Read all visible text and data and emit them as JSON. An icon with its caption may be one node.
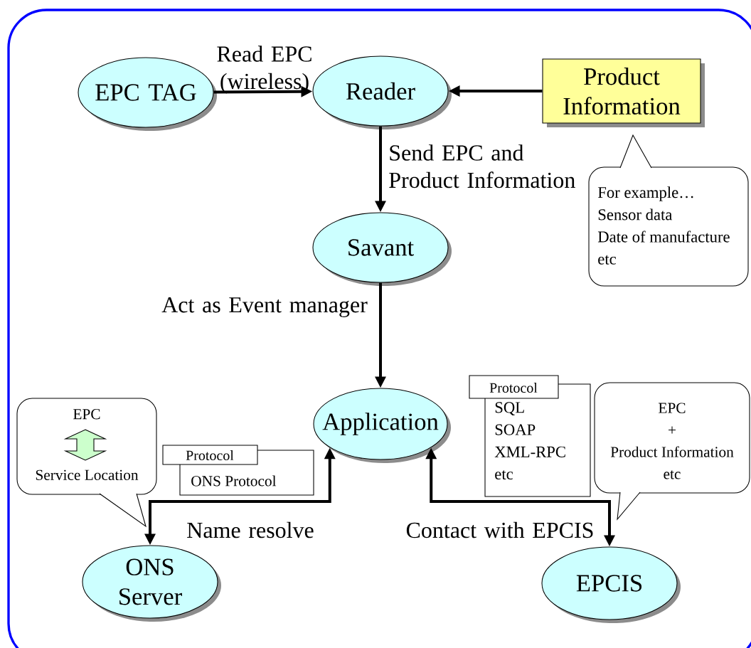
{
  "diagram": {
    "nodes": [
      {
        "text": [
          "EPC TAG"
        ]
      },
      {
        "text": [
          "Reader"
        ]
      },
      {
        "text": [
          "Product Information"
        ]
      },
      {
        "text": [
          "Savant"
        ]
      },
      {
        "text": [
          "Application"
        ]
      },
      {
        "text": [
          "ONS Server"
        ]
      },
      {
        "text": [
          "EPCIS"
        ]
      },
      {
        "text": [
          "For example…",
          "Sensor data",
          "Date of manufacture",
          "etc"
        ]
      },
      {
        "text": [
          "EPC",
          "Service Location"
        ]
      },
      {
        "text": [
          "Protocol",
          "ONS Protocol"
        ]
      },
      {
        "text": [
          "Protocol",
          "SQL",
          "SOAP",
          "XML-RPC",
          "etc"
        ]
      },
      {
        "text": [
          "EPC",
          "+",
          "Product Information",
          "etc"
        ]
      }
    ],
    "edges": [
      {
        "from": 0,
        "to": 1,
        "arrow": "to",
        "label": "Read EPC (wireless)"
      },
      {
        "from": 2,
        "to": 1,
        "arrow": "to"
      },
      {
        "from": 1,
        "to": 3,
        "arrow": "to",
        "label": "Send EPC and Product Information"
      },
      {
        "from": 3,
        "to": 4,
        "arrow": "to",
        "label": "Act as Event manager"
      },
      {
        "from": 4,
        "to": 5,
        "arrow": "both",
        "label": "Name resolve"
      },
      {
        "from": 4,
        "to": 6,
        "arrow": "both",
        "label": "Contact with EPCIS"
      }
    ]
  }
}
